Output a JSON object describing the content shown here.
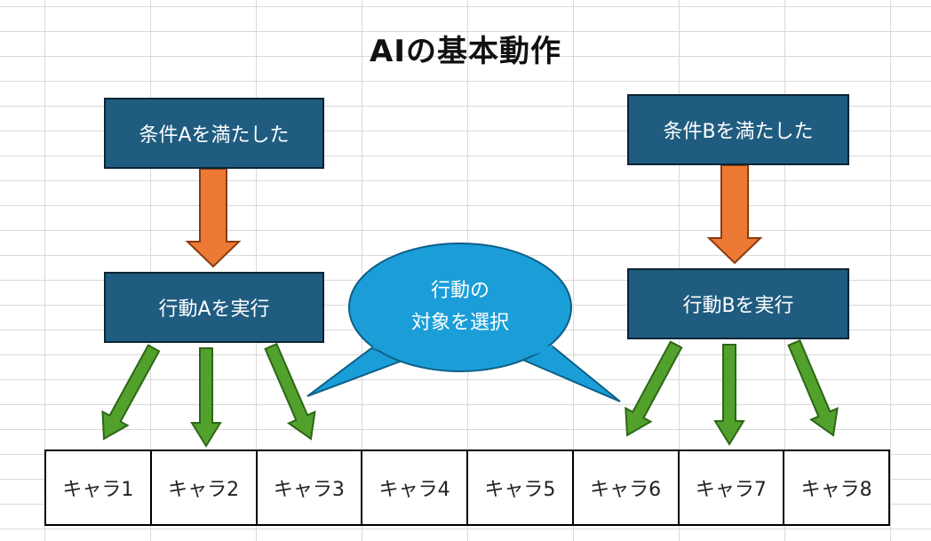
{
  "title": "AIの基本動作",
  "condition_a": "条件Aを満たした",
  "condition_b": "条件Bを満たした",
  "action_a": "行動Aを実行",
  "action_b": "行動Bを実行",
  "bubble": {
    "line1": "行動の",
    "line2": "対象を選択"
  },
  "characters": [
    "キャラ1",
    "キャラ2",
    "キャラ3",
    "キャラ4",
    "キャラ5",
    "キャラ6",
    "キャラ7",
    "キャラ8"
  ],
  "colors": {
    "box_fill": "#1f5c80",
    "box_border": "#0c2435",
    "orange_arrow": "#ec7a34",
    "green_arrow": "#52a12d",
    "bubble_fill": "#1b9ed8"
  },
  "icons": [
    "orange-down-arrow",
    "green-diagonal-arrow",
    "speech-bubble"
  ]
}
